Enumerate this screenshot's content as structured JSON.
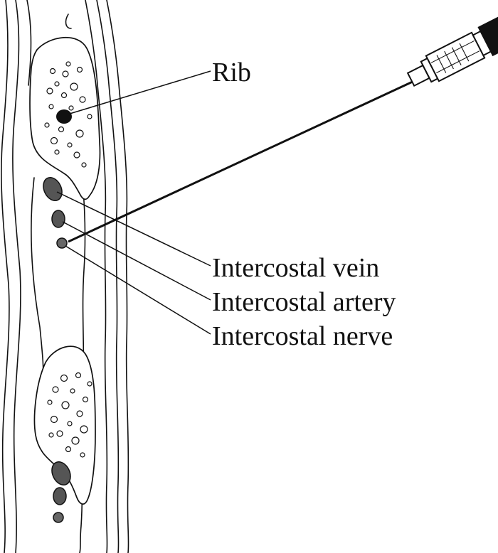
{
  "labels": {
    "rib": "Rib",
    "vein": "Intercostal vein",
    "artery": "Intercostal artery",
    "nerve": "Intercostal nerve"
  },
  "colors": {
    "ink": "#111111",
    "background": "#ffffff",
    "vessel_fill": "#555555"
  }
}
